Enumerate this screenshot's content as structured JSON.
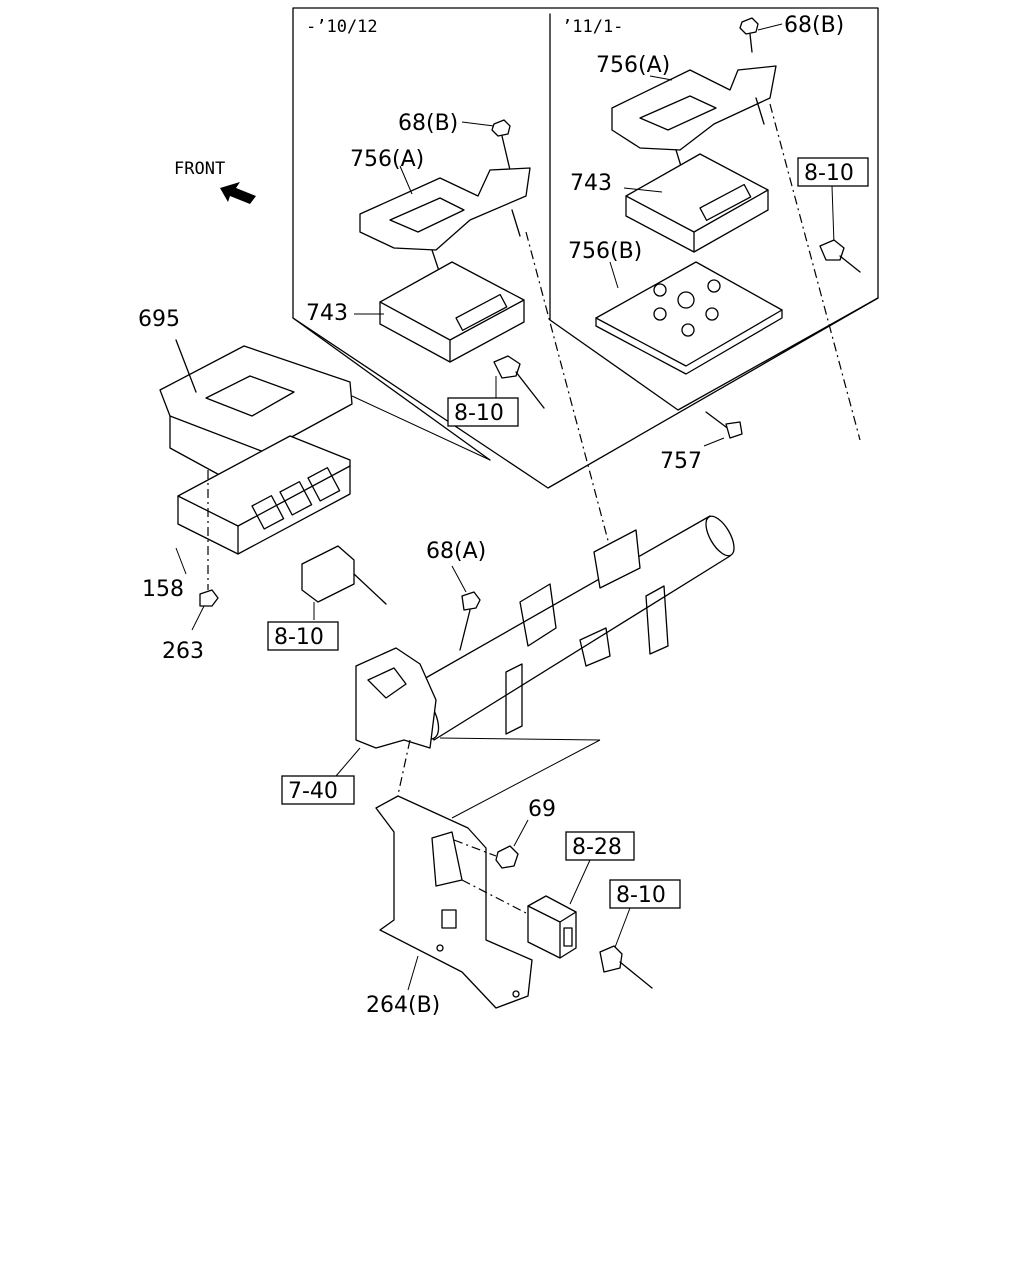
{
  "diagram": {
    "front_label": "FRONT",
    "variants": {
      "early": "-’10/12",
      "late": "’11/1-"
    },
    "callouts": {
      "bolt_68b_late": "68(B)",
      "bracket_756a_late": "756(A)",
      "module_743_late": "743",
      "ref_8_10_late": "8-10",
      "bracket_756b_late": "756(B)",
      "bolt_68b_early": "68(B)",
      "bracket_756a_early": "756(A)",
      "module_743_early": "743",
      "ref_8_10_early": "8-10",
      "bolt_757": "757",
      "bracket_695": "695",
      "part_158": "158",
      "bolt_263": "263",
      "ref_8_10_left": "8-10",
      "bolt_68a": "68(A)",
      "ref_7_40": "7-40",
      "nut_69": "69",
      "ref_8_28": "8-28",
      "ref_8_10_bottom": "8-10",
      "bracket_264b": "264(B)"
    }
  }
}
